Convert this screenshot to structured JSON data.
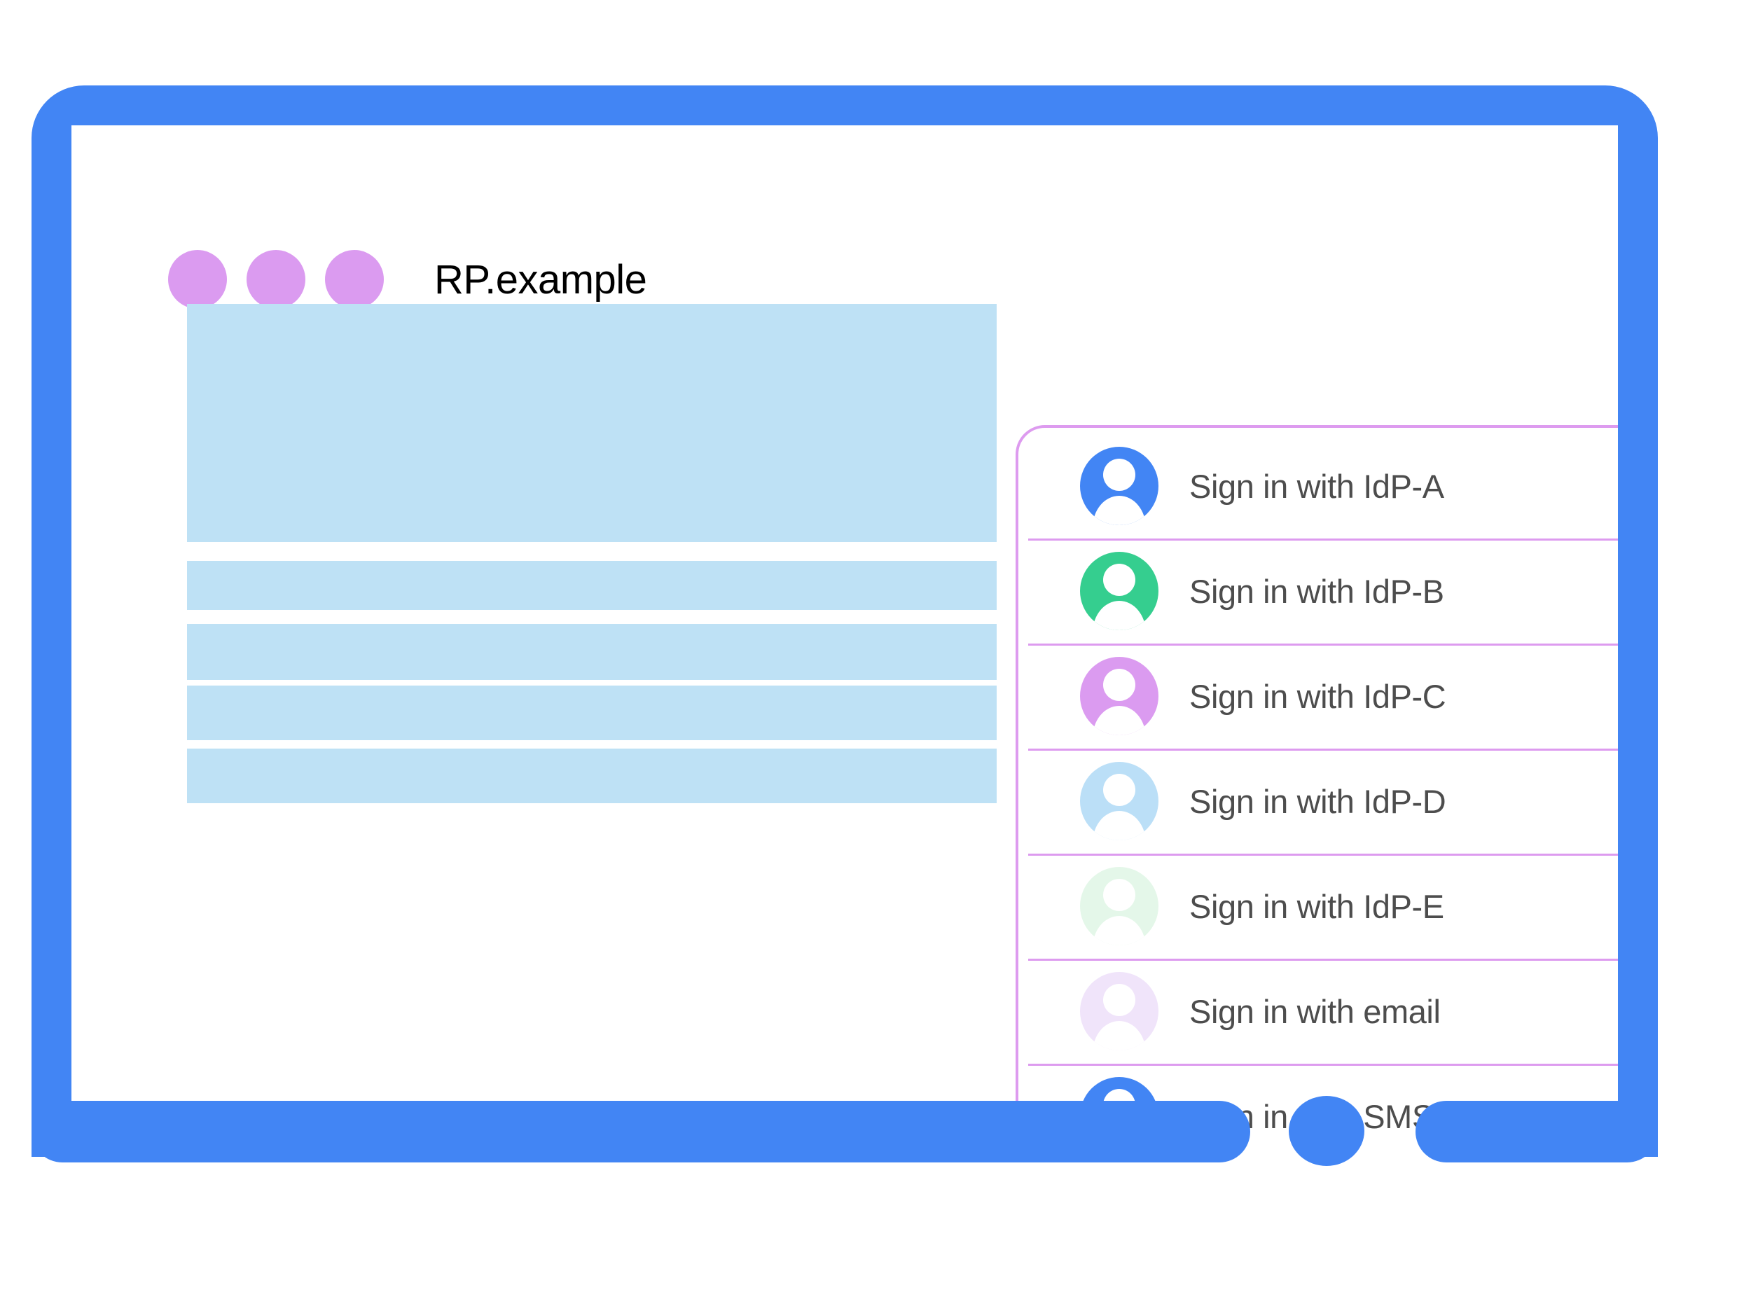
{
  "browser": {
    "dots": [
      "window-dot-1",
      "window-dot-2",
      "window-dot-3"
    ],
    "dot_color": "#DB9BF0",
    "site_title": "RP.example"
  },
  "page_content": {
    "placeholder_color": "#BEE1F5",
    "blocks": [
      {
        "name": "hero-placeholder"
      },
      {
        "name": "text-line-placeholder-1"
      },
      {
        "name": "text-line-placeholder-2"
      },
      {
        "name": "text-line-placeholder-3"
      },
      {
        "name": "text-line-placeholder-4"
      }
    ]
  },
  "device": {
    "bezel_color": "#4285F4",
    "home_button": "home-button"
  },
  "account_chooser": {
    "border_color": "#DD9BEF",
    "divider_color": "#DD9BEF",
    "label_color": "#4D4D4D",
    "options": [
      {
        "label": "Sign in with IdP-A",
        "icon": "account-avatar-icon",
        "avatar_color": "#4285F4"
      },
      {
        "label": "Sign in with IdP-B",
        "icon": "account-avatar-icon",
        "avatar_color": "#35CE8F"
      },
      {
        "label": "Sign in with IdP-C",
        "icon": "account-avatar-icon",
        "avatar_color": "#DB9BF0"
      },
      {
        "label": "Sign in with IdP-D",
        "icon": "account-avatar-icon",
        "avatar_color": "#BBDFF7"
      },
      {
        "label": "Sign in with IdP-E",
        "icon": "account-avatar-icon",
        "avatar_color": "#E4F7E9"
      },
      {
        "label": "Sign in with email",
        "icon": "account-avatar-icon",
        "avatar_color": "#F0E4FA"
      },
      {
        "label": "Sign in with SMS",
        "icon": "account-avatar-icon",
        "avatar_color": "#4285F4"
      }
    ]
  }
}
